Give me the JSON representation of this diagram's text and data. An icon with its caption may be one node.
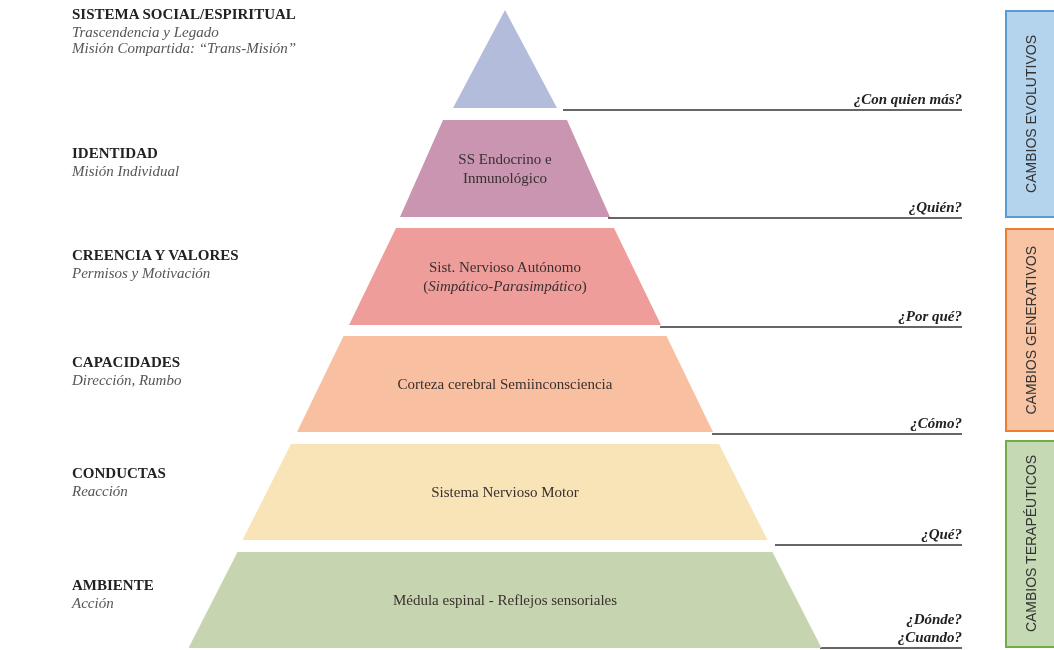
{
  "diagram": {
    "nodes": [
      {
        "text": [],
        "shape": "triangle",
        "beside": [
          "SISTEMA SOCIAL/ESPIRITUAL",
          "Trascendencia y Legado",
          "Misión Compartida: “Trans-Misión”"
        ]
      },
      {
        "text": [
          "SS Endocrino e Inmunológico"
        ],
        "beside": [
          "IDENTIDAD",
          "Misión Individual"
        ]
      },
      {
        "text": [
          "Sist. Nervioso Autónomo (*Simpático-Parasimpático*)"
        ],
        "beside": [
          "CREENCIA Y VALORES",
          "Permisos y Motivación"
        ]
      },
      {
        "text": [
          "Corteza cerebral Semiinconsciencia"
        ],
        "beside": [
          "CAPACIDADES",
          "Dirección, Rumbo"
        ]
      },
      {
        "text": [
          "Sistema Nervioso Motor"
        ],
        "beside": [
          "CONDUCTAS",
          "Reacción"
        ]
      },
      {
        "text": [
          "Médula espinal - Reflejos sensoriales"
        ],
        "beside": [
          "AMBIENTE",
          "Acción"
        ]
      },
      {
        "text": [
          "CAMBIOS EVOLUTIVOS"
        ]
      },
      {
        "text": [
          "CAMBIOS GENERATIVOS"
        ]
      },
      {
        "text": [
          "CAMBIOS TERAPÉUTICOS"
        ]
      }
    ],
    "edges": [],
    "labels": [
      "¿Con quien más?",
      "¿Quién?",
      "¿Por qué?",
      "¿Cómo?",
      "¿Qué?",
      "¿Dónde? ¿Cuando?"
    ]
  }
}
